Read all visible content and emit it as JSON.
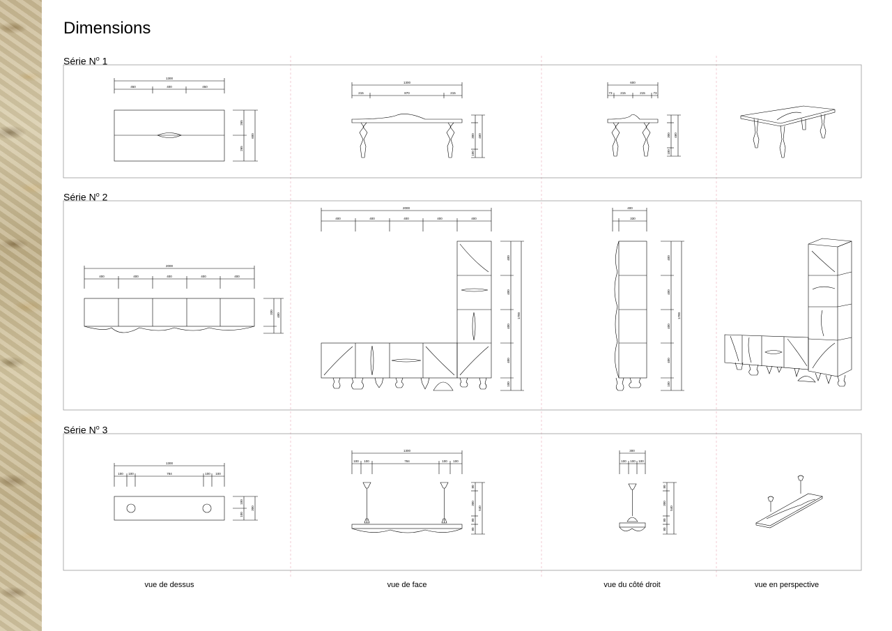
{
  "page": {
    "title": "Dimensions"
  },
  "series": [
    {
      "label": "Série N",
      "number": "1"
    },
    {
      "label": "Série N",
      "number": "2"
    },
    {
      "label": "Série N",
      "number": "3"
    }
  ],
  "views": [
    "vue de dessus",
    "vue de face",
    "vue du côté droit",
    "vue en perspective"
  ],
  "dims": {
    "s1_top_total": "1300",
    "s1_top_a": "450",
    "s1_top_b": "400",
    "s1_top_c": "450",
    "s1_top_h1": "265",
    "s1_top_h2": "265",
    "s1_top_h3": "600",
    "s1_face_total": "1300",
    "s1_face_a": "215",
    "s1_face_b": "870",
    "s1_face_c": "215",
    "s1_face_v1": "300",
    "s1_face_v2": "100",
    "s1_face_v3": "460",
    "s1_side_total": "600",
    "s1_side_a": "73",
    "s1_side_b": "215",
    "s1_side_c": "215",
    "s1_side_d": "73",
    "s1_side_v1": "300",
    "s1_side_v2": "100",
    "s1_side_v3": "460",
    "s2_top_total": "2000",
    "s2_top_seg": "400",
    "s2_top_v1": "330",
    "s2_top_v2": "400",
    "s2_face_total": "2000",
    "s2_face_seg": "400",
    "s2_face_v": "400",
    "s2_face_v5": "100",
    "s2_face_vt": "1700",
    "s2_side_total": "400",
    "s2_side_b": "330",
    "s2_side_vt": "1700",
    "s3_top_total": "1300",
    "s3_top_a": "100",
    "s3_top_b": "100",
    "s3_top_c": "784",
    "s3_top_d": "100",
    "s3_top_e": "100",
    "s3_top_v1": "100",
    "s3_top_v2": "100",
    "s3_top_v3": "300",
    "s3_face_total": "1300",
    "s3_face_c": "784",
    "s3_face_v1": "80",
    "s3_face_v2": "300",
    "s3_face_v3": "540",
    "s3_side_total": "300",
    "s3_side_a": "100",
    "s3_side_v2": "300",
    "s3_side_v3": "540"
  }
}
